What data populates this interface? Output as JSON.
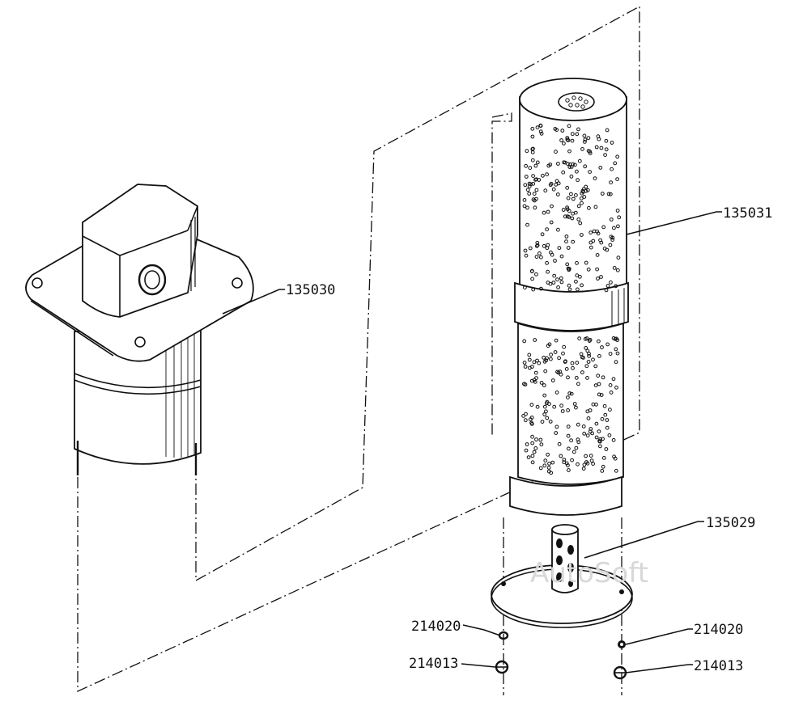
{
  "labels": {
    "housing": "135030",
    "filter_element": "135031",
    "center_tube": "135029",
    "washer_left": "214020",
    "nut_left": "214013",
    "washer_right": "214020",
    "nut_right": "214013"
  },
  "watermark": "AutoSoft",
  "colors": {
    "ink": "#111111",
    "paper": "#ffffff",
    "watermark": "#d8d8d8"
  }
}
